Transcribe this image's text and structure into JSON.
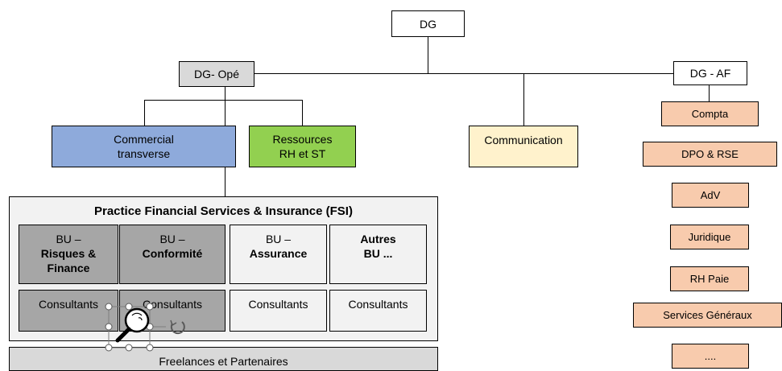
{
  "org": {
    "dg": "DG",
    "dg_ope": "DG- Opé",
    "dg_af": "DG - AF",
    "commercial": "Commercial\ntransverse",
    "ressources": "Ressources\nRH et ST",
    "communication": "Communication",
    "af_units": [
      "Compta",
      "DPO & RSE",
      "AdV",
      "Juridique",
      "RH Paie",
      "Services Généraux",
      "...."
    ],
    "practice": {
      "title": "Practice Financial Services & Insurance (FSI)",
      "bus": [
        {
          "prefix": "BU –",
          "name": "Risques &\nFinance"
        },
        {
          "prefix": "BU –",
          "name": "Conformité"
        },
        {
          "prefix": "BU –",
          "name": "Assurance"
        },
        {
          "prefix": "",
          "name": "Autres\nBU ..."
        }
      ],
      "consultants": [
        "Consultants",
        "Consultants",
        "Consultants",
        "Consultants"
      ]
    },
    "freelances": "Freelances et Partenaires"
  },
  "colors": {
    "commercial": "#8eaadb",
    "ressources": "#92d050",
    "communication": "#fff2cc",
    "af_units": "#f8cbad",
    "bu_selected": "#a6a6a6"
  }
}
